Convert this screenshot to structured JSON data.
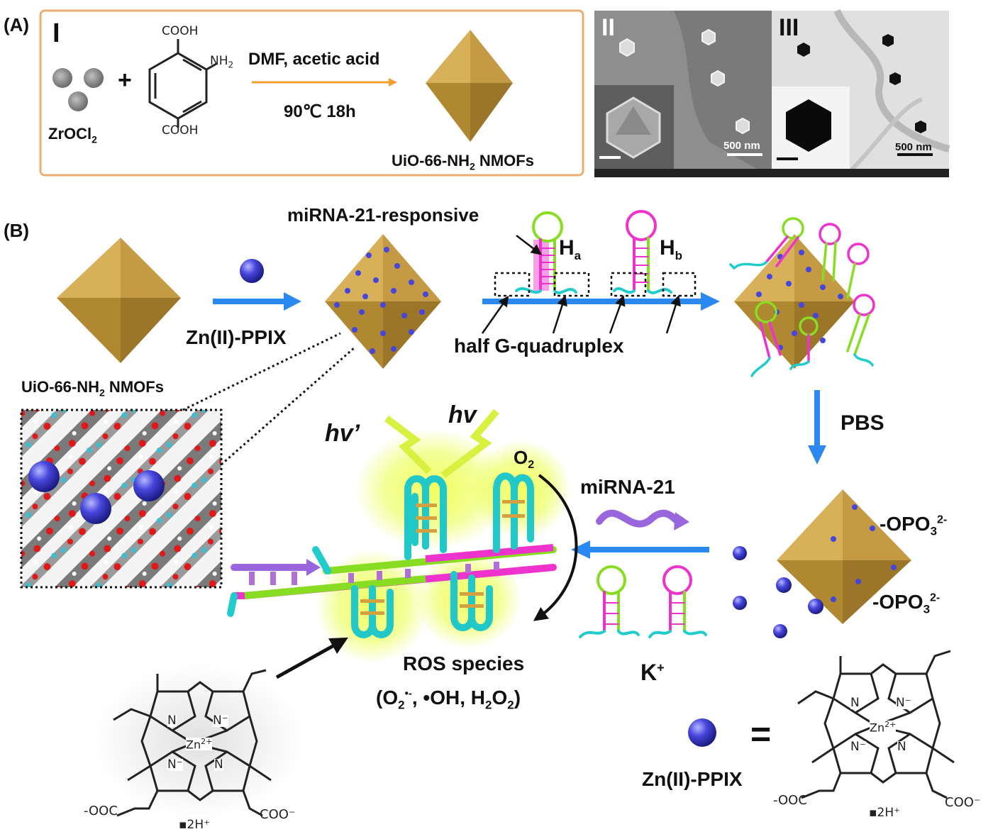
{
  "panel_a": {
    "label": "(A)",
    "sub1": "I",
    "sub2": "II",
    "sub3": "III",
    "reagent": "ZrOCl",
    "reagent_sub": "2",
    "plus": "+",
    "cooh_top": "COOH",
    "cooh_bottom": "COOH",
    "nh2": "NH",
    "nh2_sub": "2",
    "condition_top": "DMF, acetic acid",
    "condition_bottom": "90℃ 18h",
    "product": "UiO-66-NH",
    "product_sub": "2",
    "product_tail": " NMOFs",
    "scale_bar_1": "500 nm",
    "scale_bar_2": "500 nm"
  },
  "panel_b": {
    "label": "(B)",
    "nmof_label": "UiO-66-NH",
    "nmof_sub": "2",
    "nmof_tail": " NMOFs",
    "reagent": "Zn(II)-PPIX",
    "responsive": "miRNA-21-responsive",
    "ha": "H",
    "ha_sub": "a",
    "hb": "H",
    "hb_sub": "b",
    "half_g": "half G-quadruplex",
    "pbs": "PBS",
    "phosphate": "-OPO",
    "phosphate_sub": "3",
    "phosphate_sup": "2-",
    "mirna": "miRNA-21",
    "potassium": "K",
    "potassium_sup": "+",
    "hv_prime": "hv’",
    "hv": "hv",
    "oxygen": "O",
    "oxygen_sub": "2",
    "ros_title": "ROS species",
    "ros_open": "(O",
    "ros_o2_sub": "2",
    "ros_o2_sup": "•-",
    "ros_oh": ", •OH, H",
    "ros_h_sub": "2",
    "ros_o": "O",
    "ros_o_sub": "2",
    "ros_close": ")",
    "equals": "=",
    "legend_label": "Zn(II)-PPIX",
    "molecule": {
      "nitrogen": "N",
      "nitrogen_minus": "N⁻",
      "zinc": "Zn",
      "zinc_sup": "2+",
      "carboxylate_left": "-OOC",
      "carboxylate_right": "COO⁻",
      "counter_ion": "▪2H⁺"
    }
  },
  "colors": {
    "nmof_gold": "#c8a048",
    "zn_ppix_blue": "#3a3ad0",
    "arrow_blue": "#2a88f0",
    "arrow_orange": "#f0a030",
    "strand_green": "#88dd22",
    "strand_magenta": "#ee33cc",
    "strand_cyan": "#22cccc",
    "glow_yellow": "#e8ff40",
    "box_orange": "#e8b070"
  }
}
